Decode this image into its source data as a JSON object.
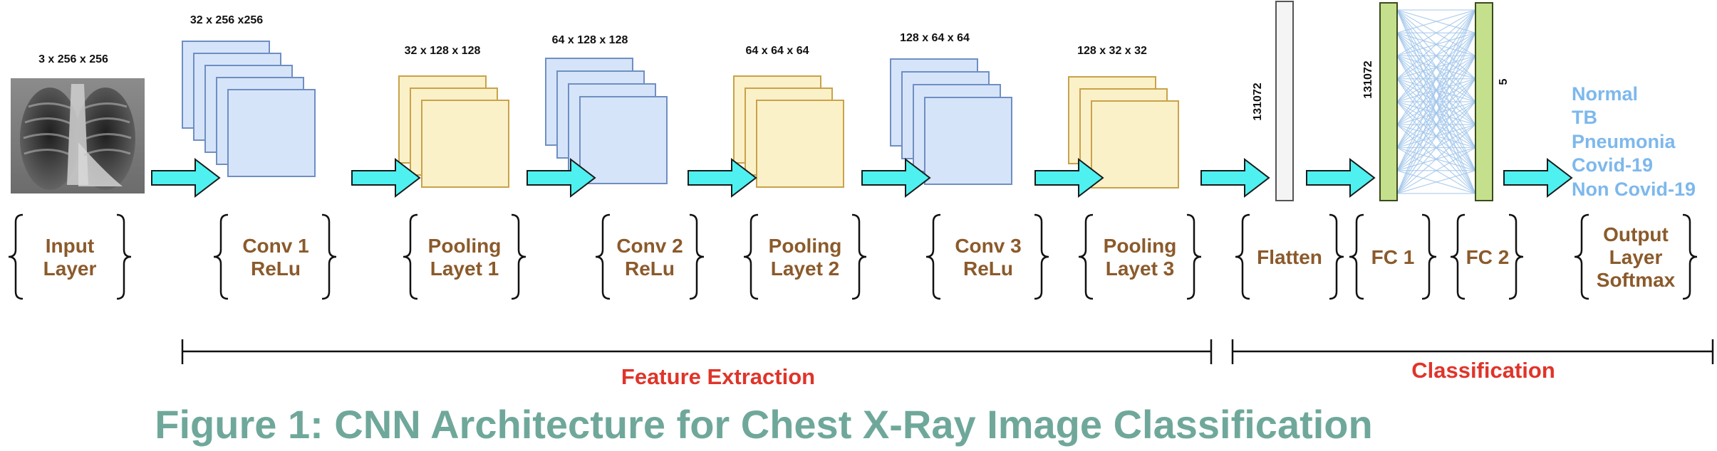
{
  "colors": {
    "conv_fill": "#D6E4FA",
    "conv_stroke": "#6F8FC2",
    "pool_fill": "#FBF1C9",
    "pool_stroke": "#C9A24A",
    "arrow_fill": "#4FF0F0",
    "arrow_stroke": "#1a1a1a",
    "fc_fill": "#C5E08C",
    "fc_stroke": "#3B4A1E",
    "flatten_fill": "#F4F4F4",
    "connection": "#9EC4EA",
    "label_text": "#8B5A2B",
    "output_text": "#7DB8EC",
    "section_text": "#E0342A",
    "title_text": "#6FA89A"
  },
  "input": {
    "dims": "3 x 256 x 256",
    "image": "chest-x-ray-image",
    "label_lines": [
      "Input",
      "Layer"
    ]
  },
  "feature_blocks": [
    {
      "kind": "conv",
      "dims": "32 x 256 x256",
      "label_lines": [
        "Conv 1",
        "ReLu"
      ]
    },
    {
      "kind": "pool",
      "dims": "32 x 128 x 128",
      "label_lines": [
        "Pooling",
        "Layet 1"
      ]
    },
    {
      "kind": "conv",
      "dims": "64 x 128 x 128",
      "label_lines": [
        "Conv 2",
        "ReLu"
      ]
    },
    {
      "kind": "pool",
      "dims": "64 x 64 x 64",
      "label_lines": [
        "Pooling",
        "Layet 2"
      ]
    },
    {
      "kind": "conv",
      "dims": "128 x 64 x 64",
      "label_lines": [
        "Conv 3",
        "ReLu"
      ]
    },
    {
      "kind": "pool",
      "dims": "128 x 32 x 32",
      "label_lines": [
        "Pooling",
        "Layet 3"
      ]
    }
  ],
  "flatten": {
    "size": "131072",
    "label": "Flatten"
  },
  "fc1": {
    "size": "131072",
    "label": "FC 1"
  },
  "fc2": {
    "size": "5",
    "label": "FC 2"
  },
  "outputs": [
    "Normal",
    "TB",
    "Pneumonia",
    "Covid-19",
    "Non Covid-19"
  ],
  "output_label_lines": [
    "Output",
    "Layer",
    "Softmax"
  ],
  "sections": {
    "feature_extraction": "Feature Extraction",
    "classification": "Classification"
  },
  "title": "Figure 1: CNN Architecture for Chest X-Ray Image Classification"
}
